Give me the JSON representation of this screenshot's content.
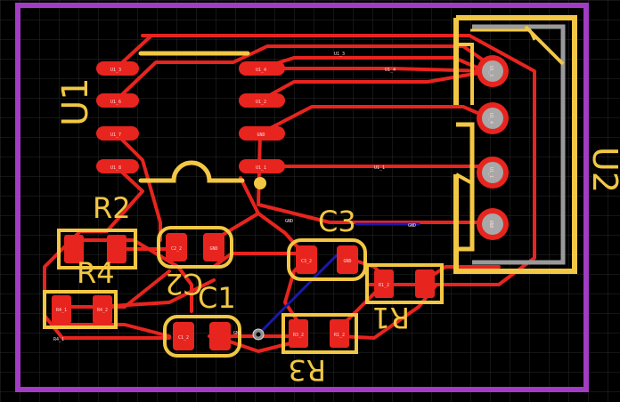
{
  "colors": {
    "background": "#000000",
    "grid": "#2a2a2a",
    "board_outline": "#a23cc4",
    "copper_top": "#e8241f",
    "copper_bottom": "#1a1aa8",
    "silkscreen": "#f2c744",
    "via_ring": "#8e8e8e",
    "connector_pin": "#a8a8a8"
  },
  "designators": {
    "u1": "U1",
    "u2": "U2",
    "r1": "R1",
    "r2": "R2",
    "r3": "R3",
    "r4": "R4",
    "c1": "C1",
    "c2": "C2",
    "c3": "C3"
  },
  "nets": {
    "u1_3": "U1_3",
    "u1_4": "U1_4",
    "u1_6": "U1_6",
    "u1_7": "U1_7",
    "u1_8": "U1_8",
    "u1_1": "U1_1",
    "u1_2": "U1_2",
    "gnd": "GND",
    "u1_4_conn": "U1_4",
    "u1_1_conn": "U1_1",
    "u1_3_conn": "U1_3",
    "r1_2": "R1_2",
    "r3_2": "R3_2",
    "c1_2": "C1_2",
    "c2_2": "C2_2",
    "c3_2": "C3_2",
    "r4_1": "R4_1",
    "r4_2": "R4_2"
  }
}
